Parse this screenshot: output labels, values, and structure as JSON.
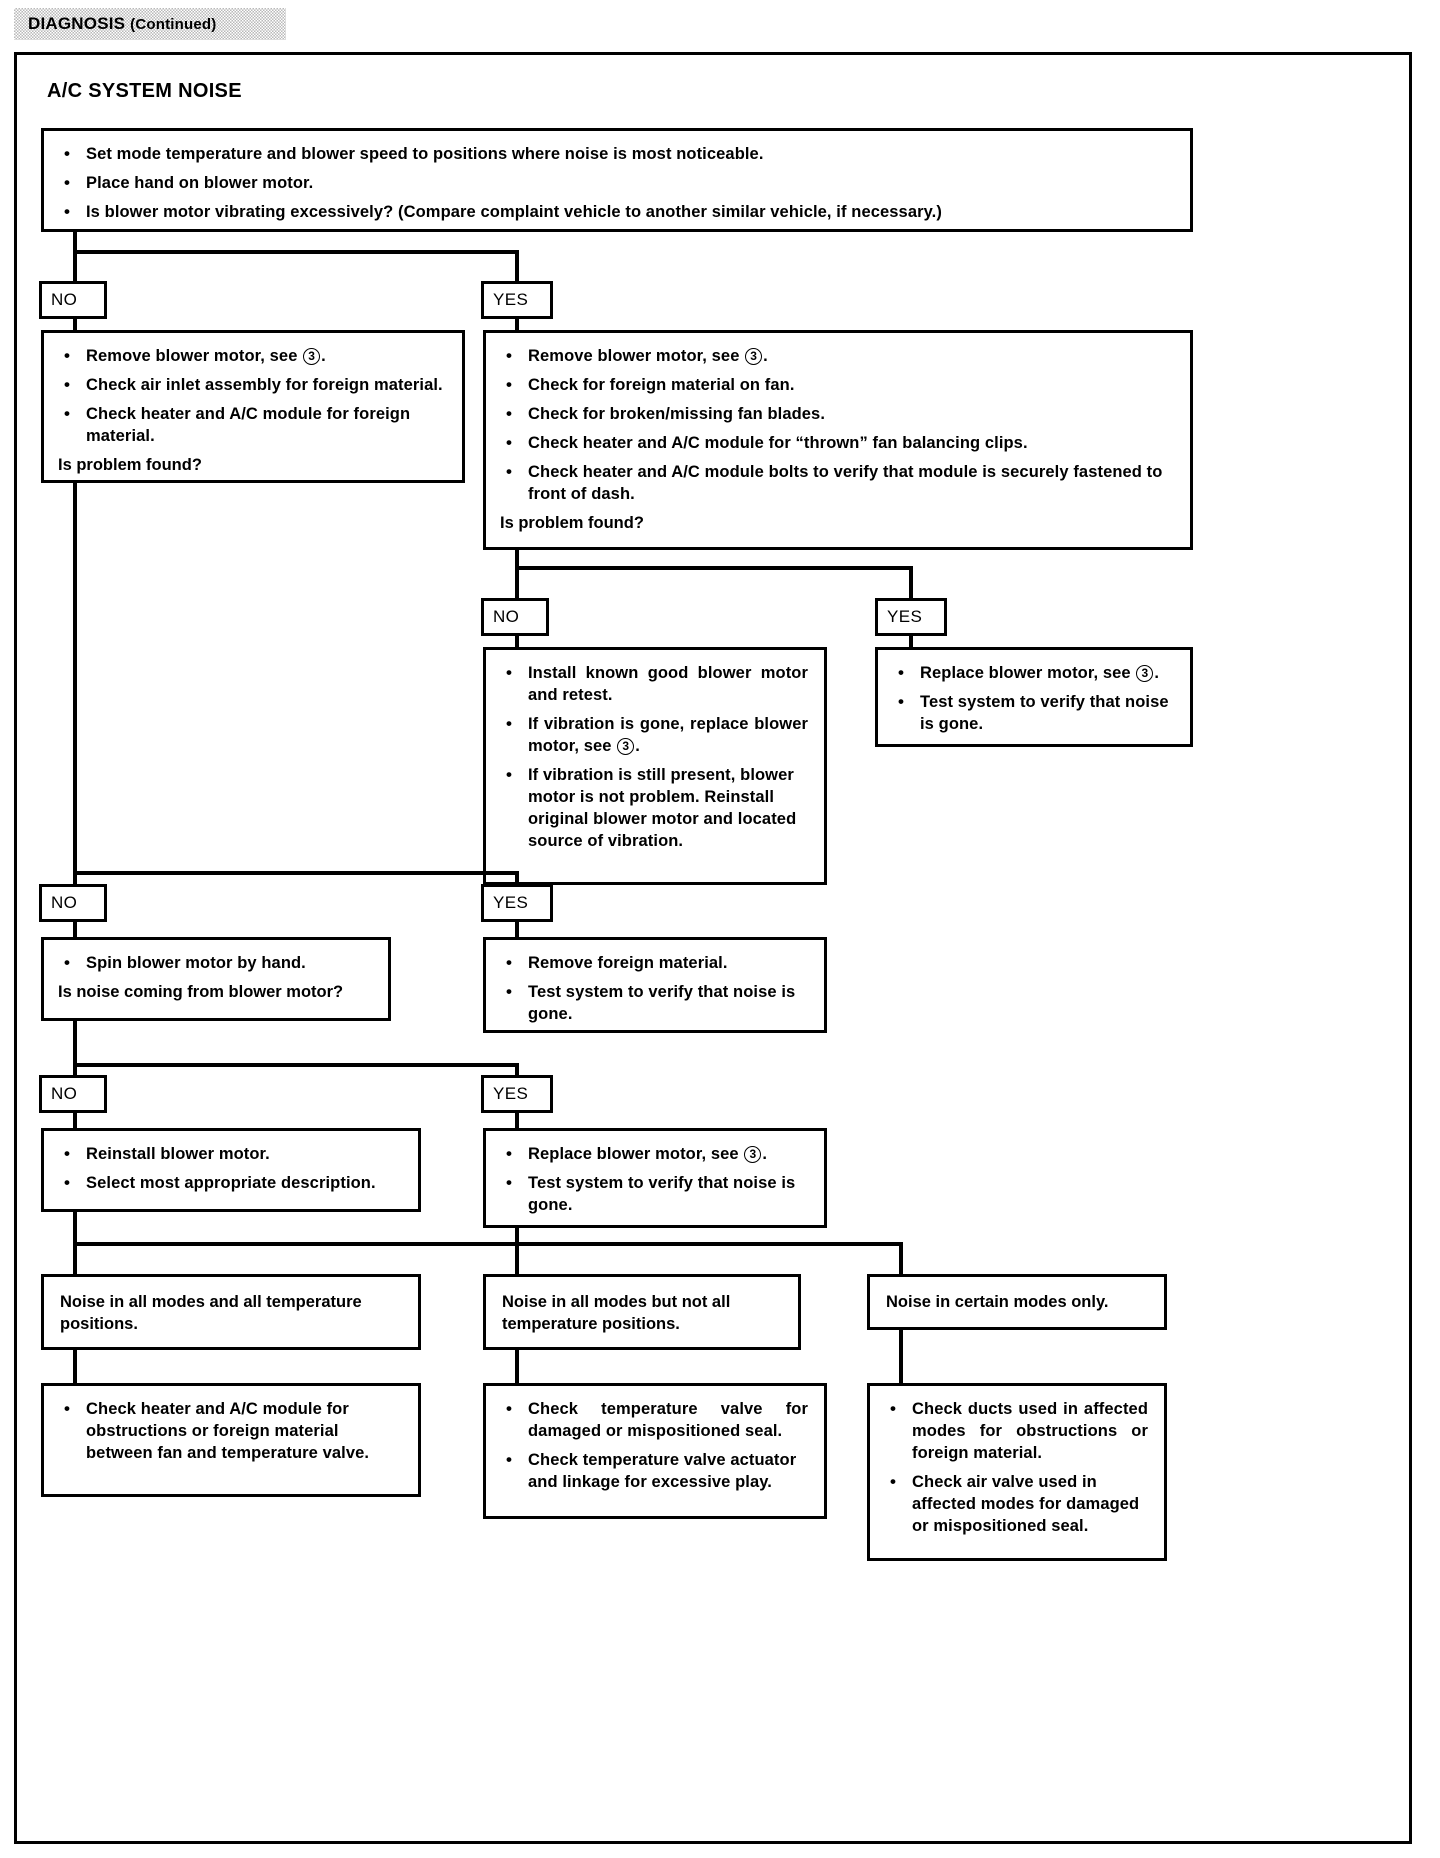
{
  "header": {
    "title": "DIAGNOSIS",
    "continued": "(Continued)"
  },
  "section_title": "A/C SYSTEM NOISE",
  "labels": {
    "no": "NO",
    "yes": "YES",
    "ref_marker": "3"
  },
  "nodes": {
    "start": {
      "bullets": [
        "Set mode temperature and blower speed to positions where noise is most noticeable.",
        "Place hand on blower motor.",
        "Is blower motor vibrating excessively? (Compare complaint vehicle to another similar vehicle, if necessary.)"
      ]
    },
    "no_branch_1": {
      "bullets_pre": [
        "Remove blower motor, see "
      ],
      "bullets": [
        "Check air inlet assembly for foreign material.",
        "Check heater and A/C module for foreign material."
      ],
      "bullet_ref": "Remove blower motor, see",
      "question": "Is problem found?"
    },
    "yes_branch_1": {
      "bullet_ref": "Remove blower motor, see",
      "bullets": [
        "Check for foreign material on fan.",
        "Check for broken/missing fan blades.",
        "Check heater and A/C module for “thrown” fan balancing clips.",
        "Check heater and A/C module bolts to verify that module is securely fastened to front of dash."
      ],
      "question": "Is problem found?"
    },
    "install_known_good": {
      "bullets": [
        "Install known good blower motor and retest.",
        "If vibration is gone, replace blower motor, see",
        "If vibration is still present, blower motor is not problem. Reinstall original blower motor and located source of vibration."
      ],
      "bullet2_prefix": "If vibration is gone, replace blower motor, see",
      "bullet2_suffix": "."
    },
    "replace_blower_1": {
      "bullet_ref": "Replace blower motor, see",
      "bullets": [
        "Test system to verify that noise is gone."
      ]
    },
    "spin_blower": {
      "bullets": [
        "Spin blower motor by hand."
      ],
      "question": "Is noise coming from blower motor?"
    },
    "remove_foreign": {
      "bullets": [
        "Remove foreign material.",
        "Test system to verify that noise is gone."
      ]
    },
    "reinstall_blower": {
      "bullets": [
        "Reinstall blower motor.",
        "Select most appropriate description."
      ]
    },
    "replace_blower_2": {
      "bullet_ref": "Replace blower motor, see",
      "bullets": [
        "Test system to verify that noise is gone."
      ]
    },
    "result_all_modes": {
      "text": "Noise in all modes and all temperature positions."
    },
    "result_all_modes_action": {
      "bullets": [
        "Check heater and A/C module for obstructions or foreign material between fan and temperature valve."
      ]
    },
    "result_not_all_temp": {
      "text": "Noise in all modes but not all temperature positions."
    },
    "result_not_all_temp_action": {
      "bullets": [
        "Check temperature valve for damaged or mispositioned seal.",
        "Check temperature valve actuator and linkage for excessive play."
      ]
    },
    "result_certain_modes": {
      "text": "Noise in certain modes only."
    },
    "result_certain_modes_action": {
      "bullets": [
        "Check ducts used in affected modes for obstructions or foreign material.",
        "Check air valve used in affected modes for damaged or mispositioned seal."
      ]
    }
  }
}
